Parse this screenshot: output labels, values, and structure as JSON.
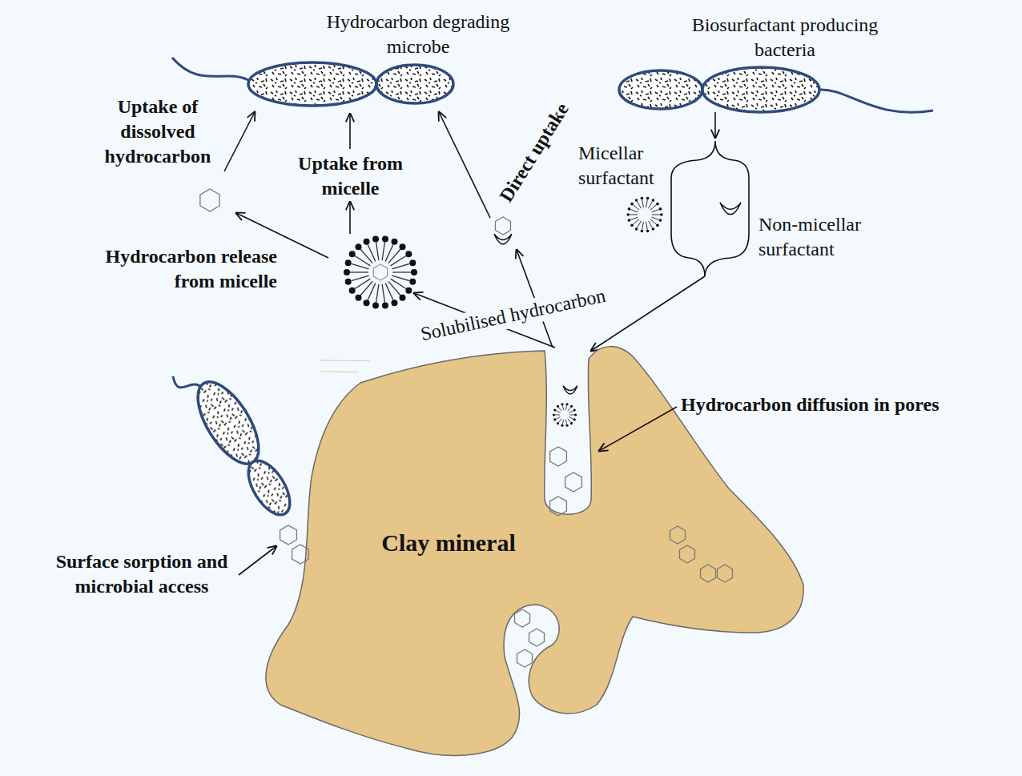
{
  "diagram": {
    "nodes": [
      {
        "text": [
          "Hydrocarbon degrading microbe"
        ]
      },
      {
        "text": [
          "Biosurfactant producing bacteria"
        ]
      },
      {
        "text": [
          "Clay mineral"
        ]
      }
    ],
    "labels": [
      "Uptake of dissolved hydrocarbon",
      "Uptake from micelle",
      "Direct uptake",
      "Micellar surfactant",
      "Non-micellar surfactant",
      "Hydrocarbon release from micelle",
      "Solubilised hydrocarbon",
      "Hydrocarbon diffusion in pores",
      "Surface sorption and microbial access"
    ]
  }
}
